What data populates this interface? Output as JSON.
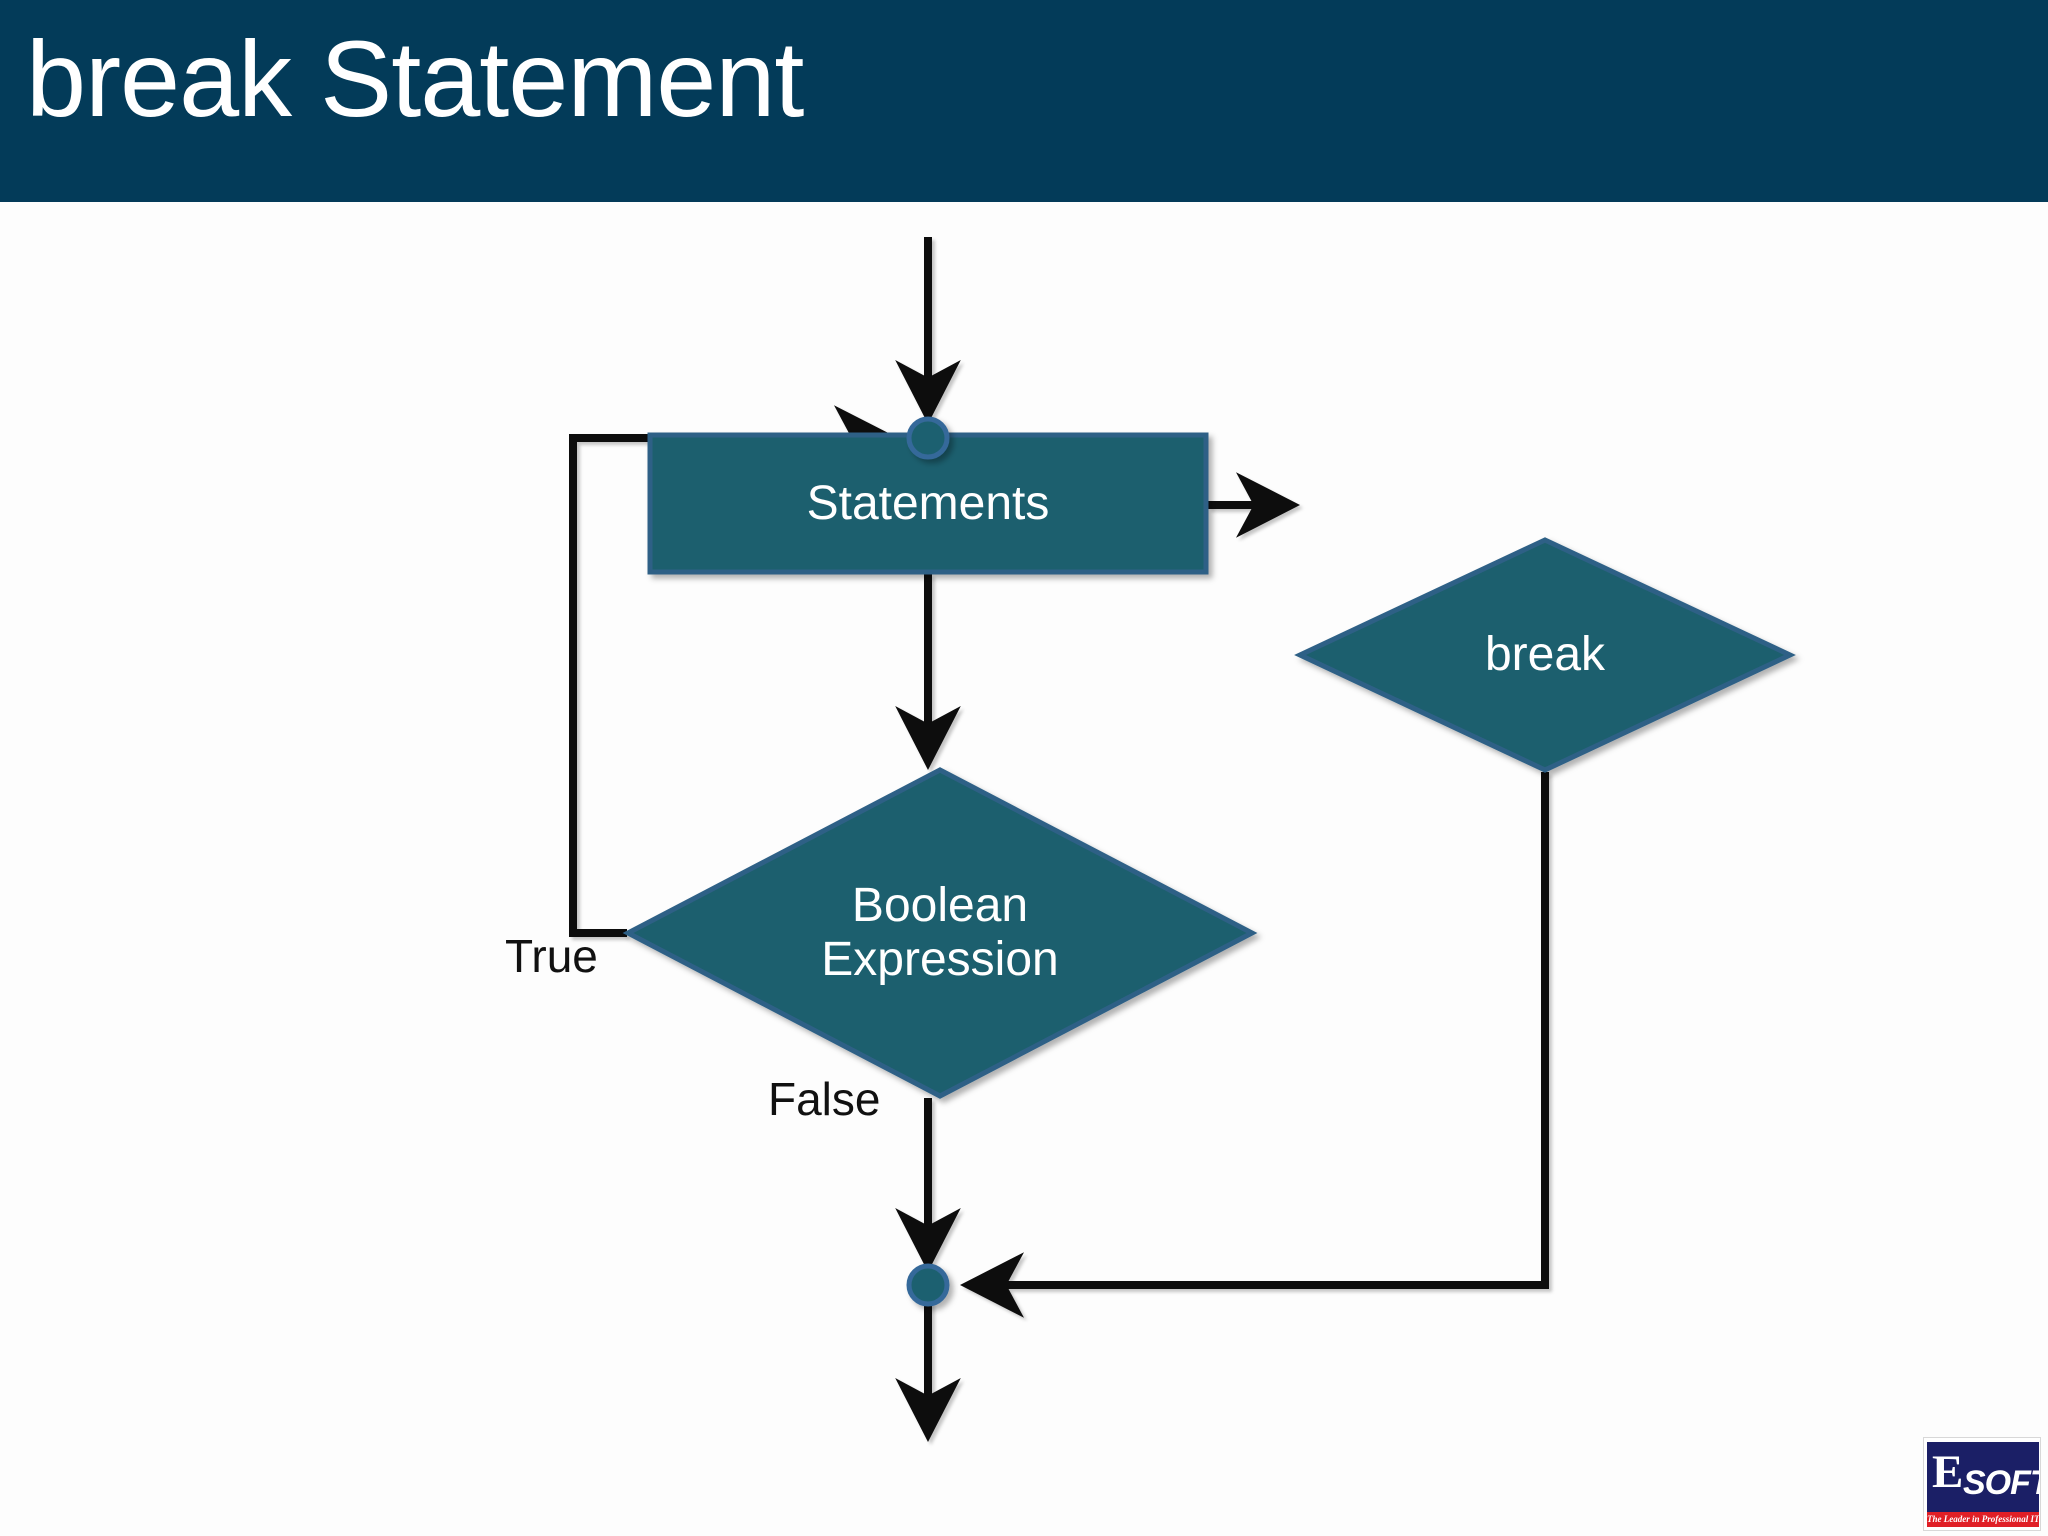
{
  "slide": {
    "title": "break Statement",
    "header_bg": "#033b59",
    "header_text_color": "#ffffff",
    "background": "#fdfdfd"
  },
  "diagram": {
    "type": "flowchart",
    "shape_fill": "#1f5e6e",
    "shape_border": "#2e6186",
    "connector_fill": "#1f6070",
    "connector_ring": "#36699a",
    "line_color": "#0d0d0d",
    "nodes": [
      {
        "id": "entry-arrow",
        "name": "entry-arrow",
        "shape": "arrow",
        "label": ""
      },
      {
        "id": "merge-top",
        "name": "loop-entry-connector",
        "shape": "circle",
        "label": ""
      },
      {
        "id": "statements",
        "name": "statements-box",
        "shape": "rectangle",
        "label": "Statements"
      },
      {
        "id": "break",
        "name": "break-decision",
        "shape": "diamond",
        "label": "break"
      },
      {
        "id": "boolean",
        "name": "boolean-expression-decision",
        "shape": "diamond",
        "label": "Boolean\nExpression"
      },
      {
        "id": "merge-bottom",
        "name": "loop-exit-connector",
        "shape": "circle",
        "label": ""
      },
      {
        "id": "exit-arrow",
        "name": "exit-arrow",
        "shape": "arrow",
        "label": ""
      }
    ],
    "edge_labels": {
      "true": "True",
      "false": "False"
    },
    "edges": [
      {
        "from": "entry-arrow",
        "to": "merge-top",
        "label": ""
      },
      {
        "from": "merge-top",
        "to": "statements",
        "label": ""
      },
      {
        "from": "statements",
        "to": "break",
        "label": ""
      },
      {
        "from": "statements",
        "to": "boolean",
        "label": ""
      },
      {
        "from": "boolean",
        "to": "merge-top",
        "label": "True"
      },
      {
        "from": "boolean",
        "to": "merge-bottom",
        "label": "False"
      },
      {
        "from": "break",
        "to": "merge-bottom",
        "label": ""
      },
      {
        "from": "merge-bottom",
        "to": "exit-arrow",
        "label": ""
      }
    ]
  },
  "shapes": {
    "statements_label": "Statements",
    "break_label": "break",
    "boolean_line1": "Boolean",
    "boolean_line2": "Expression"
  },
  "logo": {
    "letter_e": "E",
    "word_soft": "SOFT",
    "tagline": "The Leader in Professional IT Education",
    "plate_color": "#1b1f66",
    "bar_color": "#e01f26"
  }
}
